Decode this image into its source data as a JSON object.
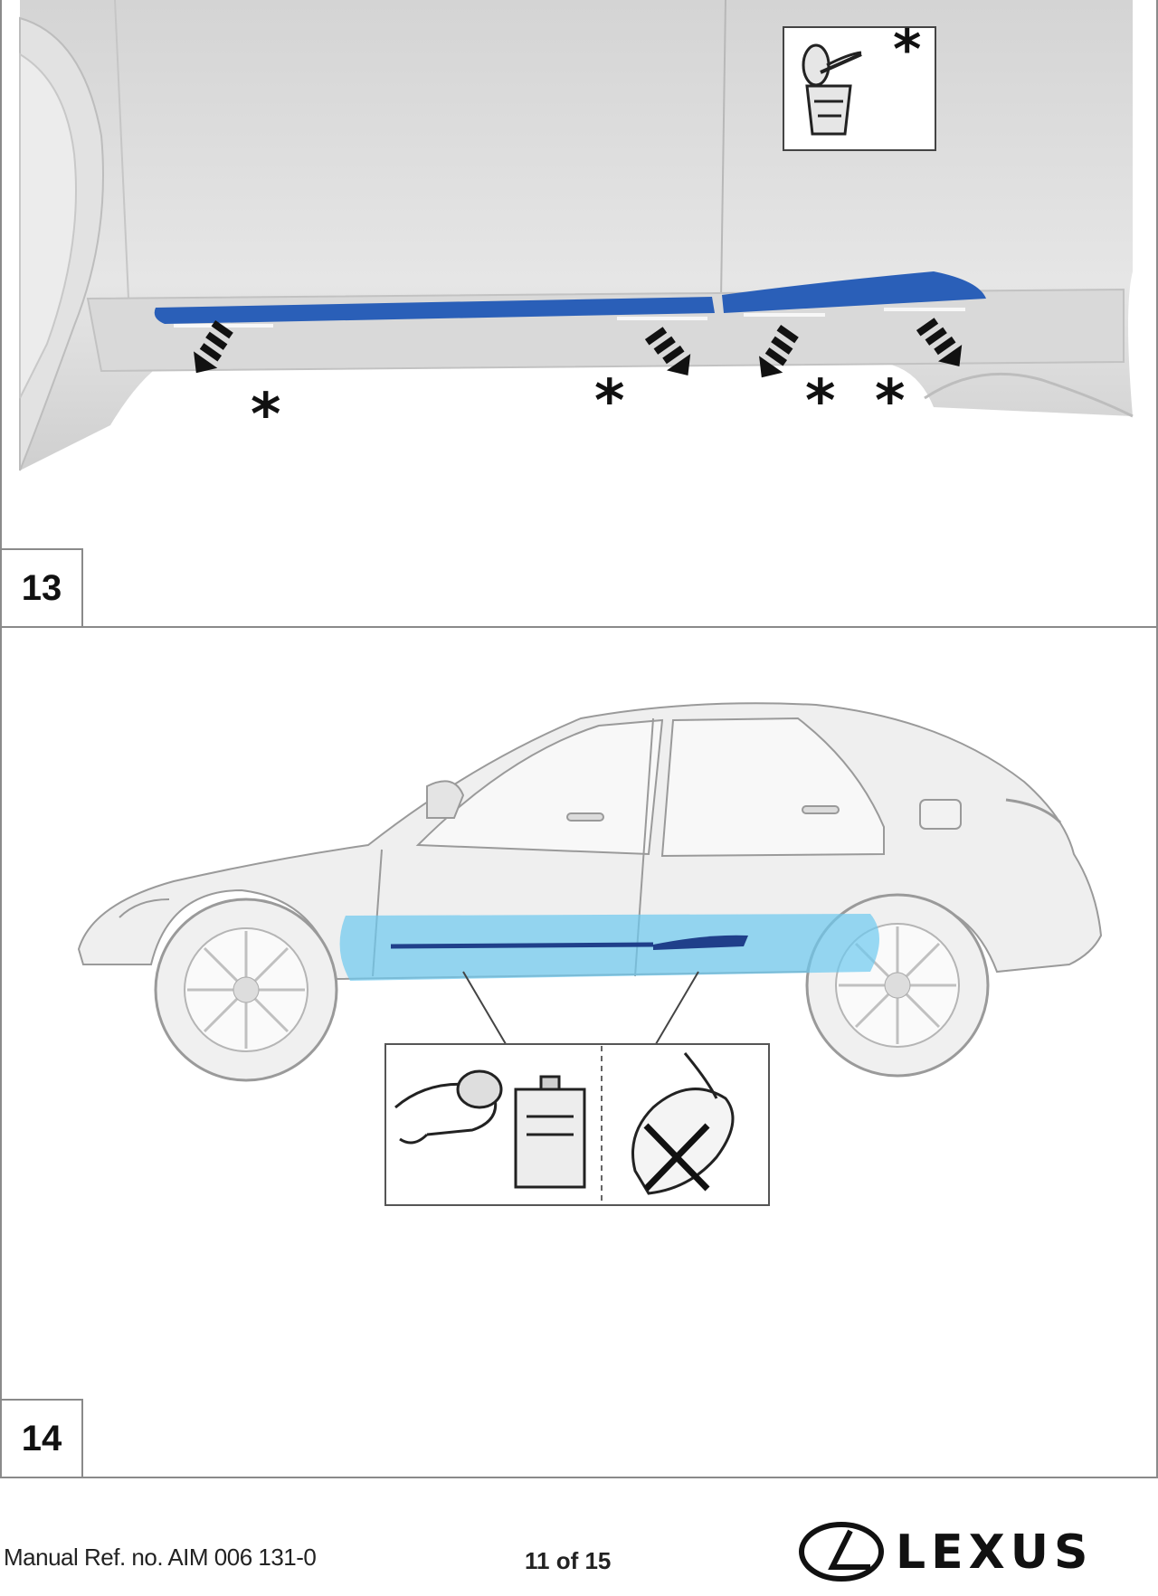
{
  "steps": [
    {
      "number": "13",
      "callout_marks": [
        "*",
        "*",
        "*",
        "*",
        "*"
      ]
    },
    {
      "number": "14"
    }
  ],
  "footer": {
    "manual_ref": "Manual Ref. no. AIM 006 131-0",
    "page": "11 of 15",
    "brand": "LEXUS"
  },
  "colors": {
    "molding_blue": "#2a5fb8",
    "highlight_cyan": "#6cc9ef",
    "frame_gray": "#8a8a8a"
  },
  "icons": [
    "cleaner-bottle-icon",
    "wipe-cloth-icon",
    "solvent-can-icon",
    "no-touch-hand-icon",
    "lexus-logo-icon"
  ]
}
